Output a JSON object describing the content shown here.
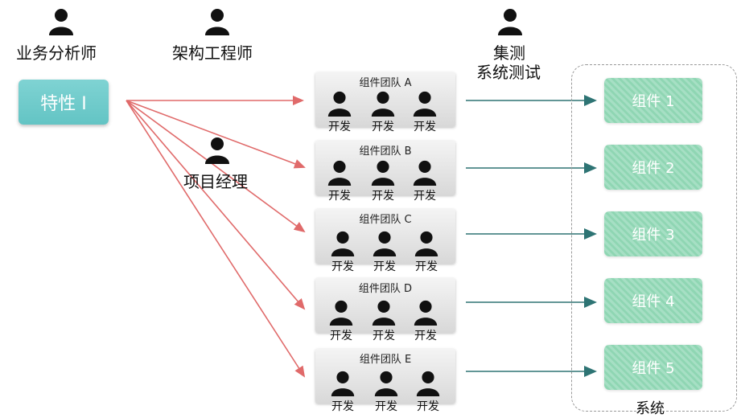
{
  "roles": {
    "analyst": "业务分析师",
    "architect": "架构工程师",
    "integration_line1": "集测",
    "integration_line2": "系统测试",
    "pm": "项目经理"
  },
  "feature": {
    "label": "特性 I"
  },
  "teams": [
    {
      "title": "组件团队 A",
      "devs": [
        "开发",
        "开发",
        "开发"
      ]
    },
    {
      "title": "组件团队 B",
      "devs": [
        "开发",
        "开发",
        "开发"
      ]
    },
    {
      "title": "组件团队 C",
      "devs": [
        "开发",
        "开发",
        "开发"
      ]
    },
    {
      "title": "组件团队 D",
      "devs": [
        "开发",
        "开发",
        "开发"
      ]
    },
    {
      "title": "组件团队 E",
      "devs": [
        "开发",
        "开发",
        "开发"
      ]
    }
  ],
  "components": [
    "组件 1",
    "组件 2",
    "组件 3",
    "组件 4",
    "组件 5"
  ],
  "system": {
    "label": "系统"
  },
  "colors": {
    "feature": "#63c4c4",
    "red_arrow": "#e06a6a",
    "teal_arrow": "#2e7474",
    "component": "#8fd6b3"
  }
}
